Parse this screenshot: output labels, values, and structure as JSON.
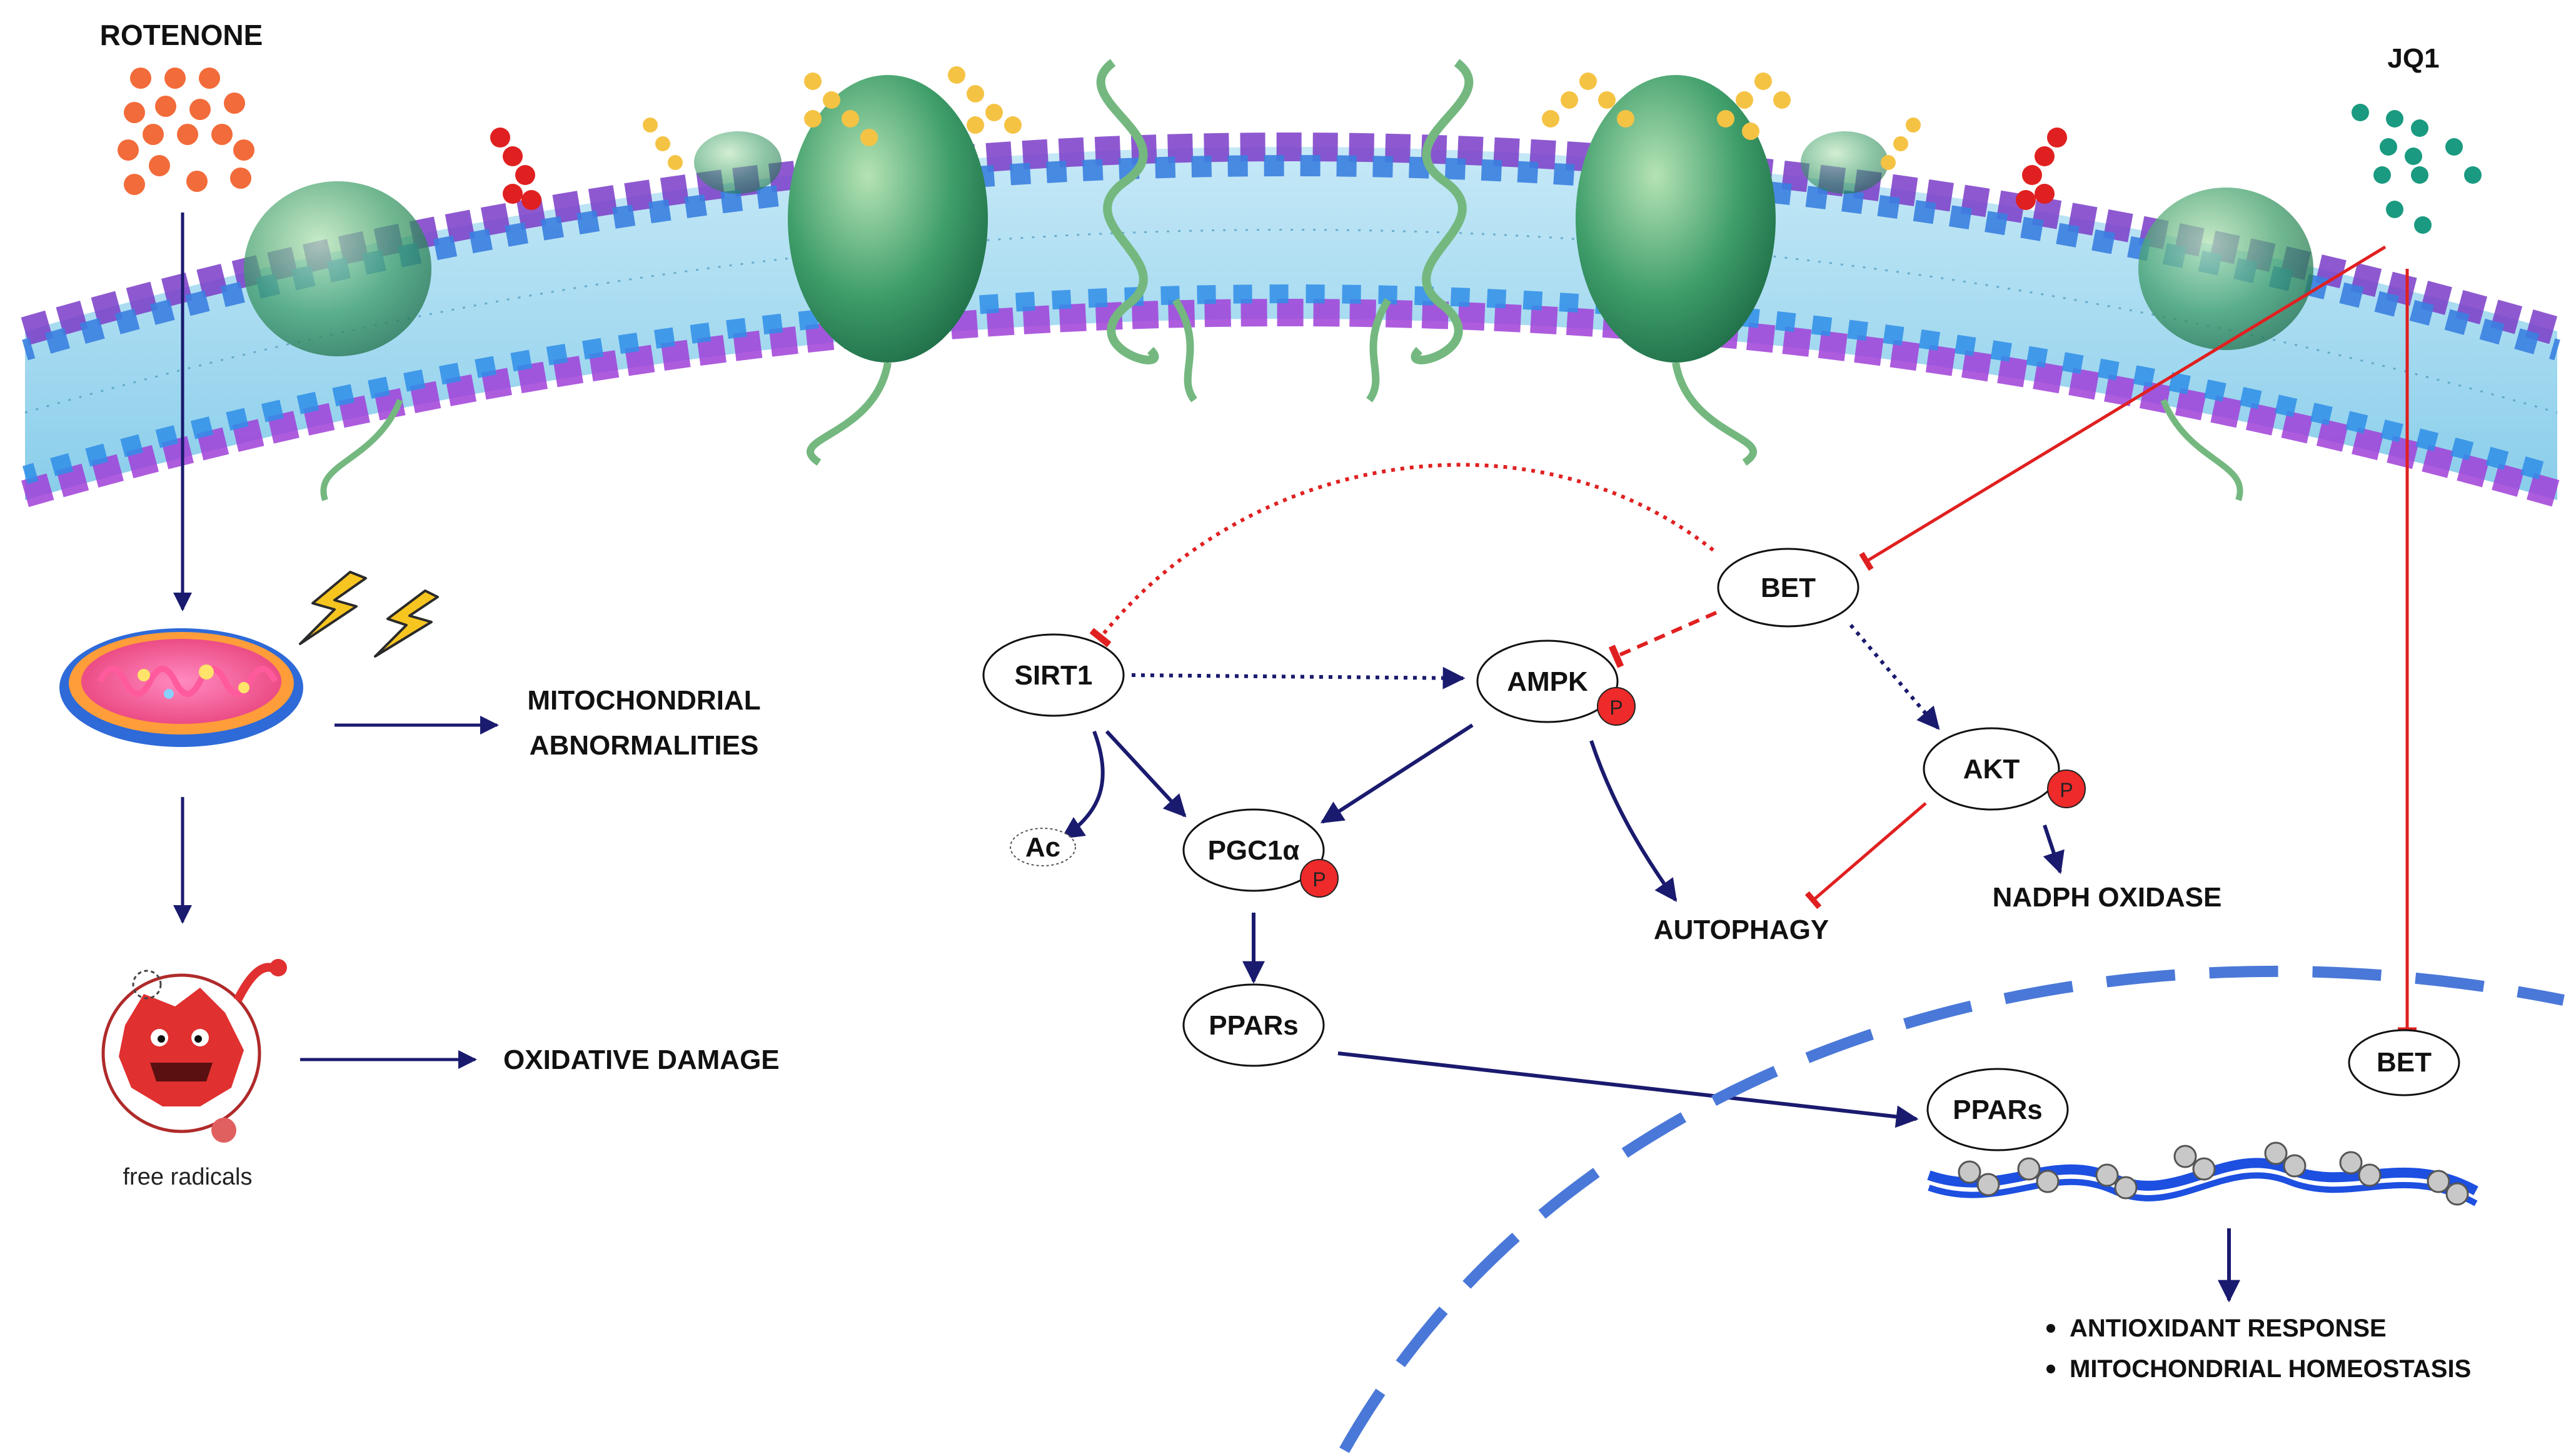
{
  "drugs": {
    "rotenone": "ROTENONE",
    "jq1": "JQ1"
  },
  "left_outcomes": {
    "mito": [
      "MITOCHONDRIAL",
      "ABNORMALITIES"
    ],
    "oxidative": "OXIDATIVE DAMAGE",
    "free_radicals": "free radicals"
  },
  "nodes": {
    "bet": "BET",
    "sirt1": "SIRT1",
    "ampk": "AMPK",
    "akt": "AKT",
    "ac": "Ac",
    "pgc1a": "PGC1α",
    "ppars": "PPARs",
    "ppars_nuclear": "PPARs",
    "bet_nuclear": "BET",
    "phospho": "P"
  },
  "outcomes": {
    "autophagy": "AUTOPHAGY",
    "nadph": "NADPH OXIDASE",
    "antioxidant": "ANTIOXIDANT RESPONSE",
    "homeostasis": "MITOCHONDRIAL HOMEOSTASIS"
  },
  "colors": {
    "activation": "#1a1a6e",
    "inhibition": "#e02020",
    "rotenone": "#f26b3a",
    "jq1": "#1a9a80",
    "nucleus": "#4a78d8",
    "dna": "#1d4fe0",
    "phospho": "#ee2a2a"
  }
}
